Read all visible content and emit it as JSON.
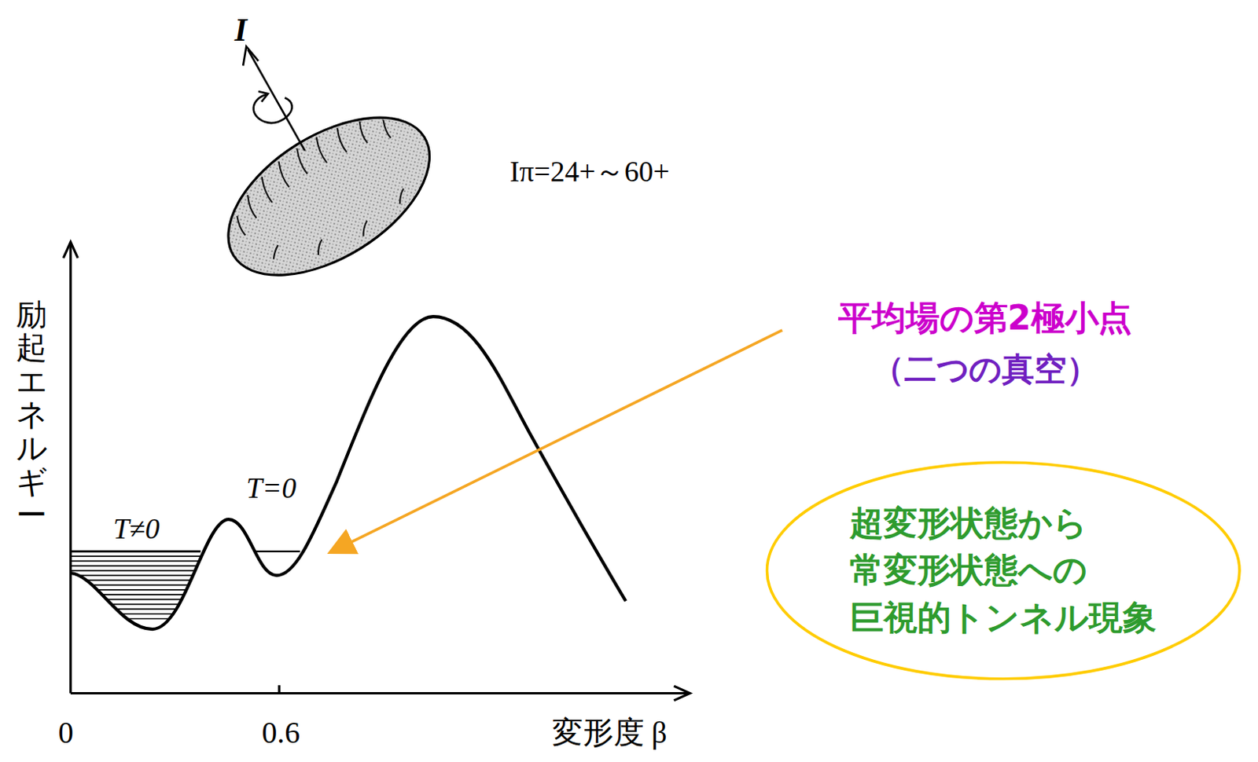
{
  "diagram": {
    "nodes": [
      {
        "text": [
          "超変形状態から 常変形状態への 巨視的トンネル現象"
        ]
      }
    ],
    "labels": [
      "I",
      "Iπ=24+～60+",
      "励起エネルギー",
      "T≠0",
      "T=0",
      "0",
      "0.6",
      "変形度 β",
      "平均場の第2極小点",
      "（二つの真空）"
    ]
  }
}
